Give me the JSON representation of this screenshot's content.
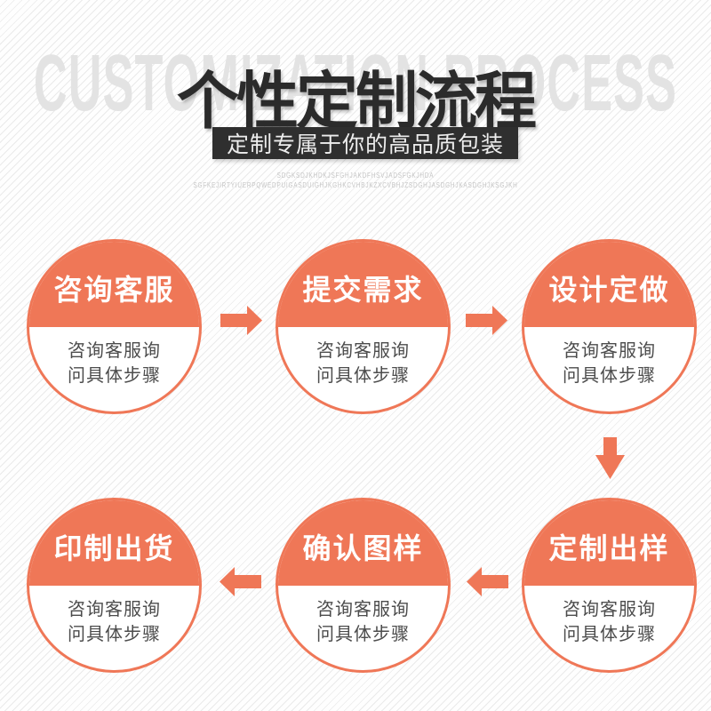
{
  "header": {
    "watermark": "CUSTOMIZATION PROCESS",
    "title": "个性定制流程",
    "subtitle": "定制专属于你的高品质包装",
    "fineprint_line1": "SDGKSDJKHDKJSFGHJAKDFHSVJADSFGKJHDA",
    "fineprint_line2": "SGFKEJIRTYIUERPQWEDPUIGASDUIGHJKGHKCVHBJKZXCVBHJZSDGHJASDGHJKASDGHJKSGJKH"
  },
  "steps": [
    {
      "title": "咨询客服",
      "desc": "咨询客服询\n问具体步骤"
    },
    {
      "title": "提交需求",
      "desc": "咨询客服询\n问具体步骤"
    },
    {
      "title": "设计定做",
      "desc": "咨询客服询\n问具体步骤"
    },
    {
      "title": "定制出样",
      "desc": "咨询客服询\n问具体步骤"
    },
    {
      "title": "确认图样",
      "desc": "咨询客服询\n问具体步骤"
    },
    {
      "title": "印制出货",
      "desc": "咨询客服询\n问具体步骤"
    }
  ],
  "flow": {
    "row1_direction": "left-to-right",
    "row2_direction": "right-to-left"
  },
  "colors": {
    "accent": "#EF7757",
    "banner_bg": "#2F2F2F",
    "banner_text": "#EDEDED",
    "title_color": "#2B2B2B",
    "watermark_color": "#E3E3E3",
    "desc_text": "#4C4C4C",
    "fineprint_color": "#C5C5C5",
    "stripe": "#EAEAEA"
  }
}
